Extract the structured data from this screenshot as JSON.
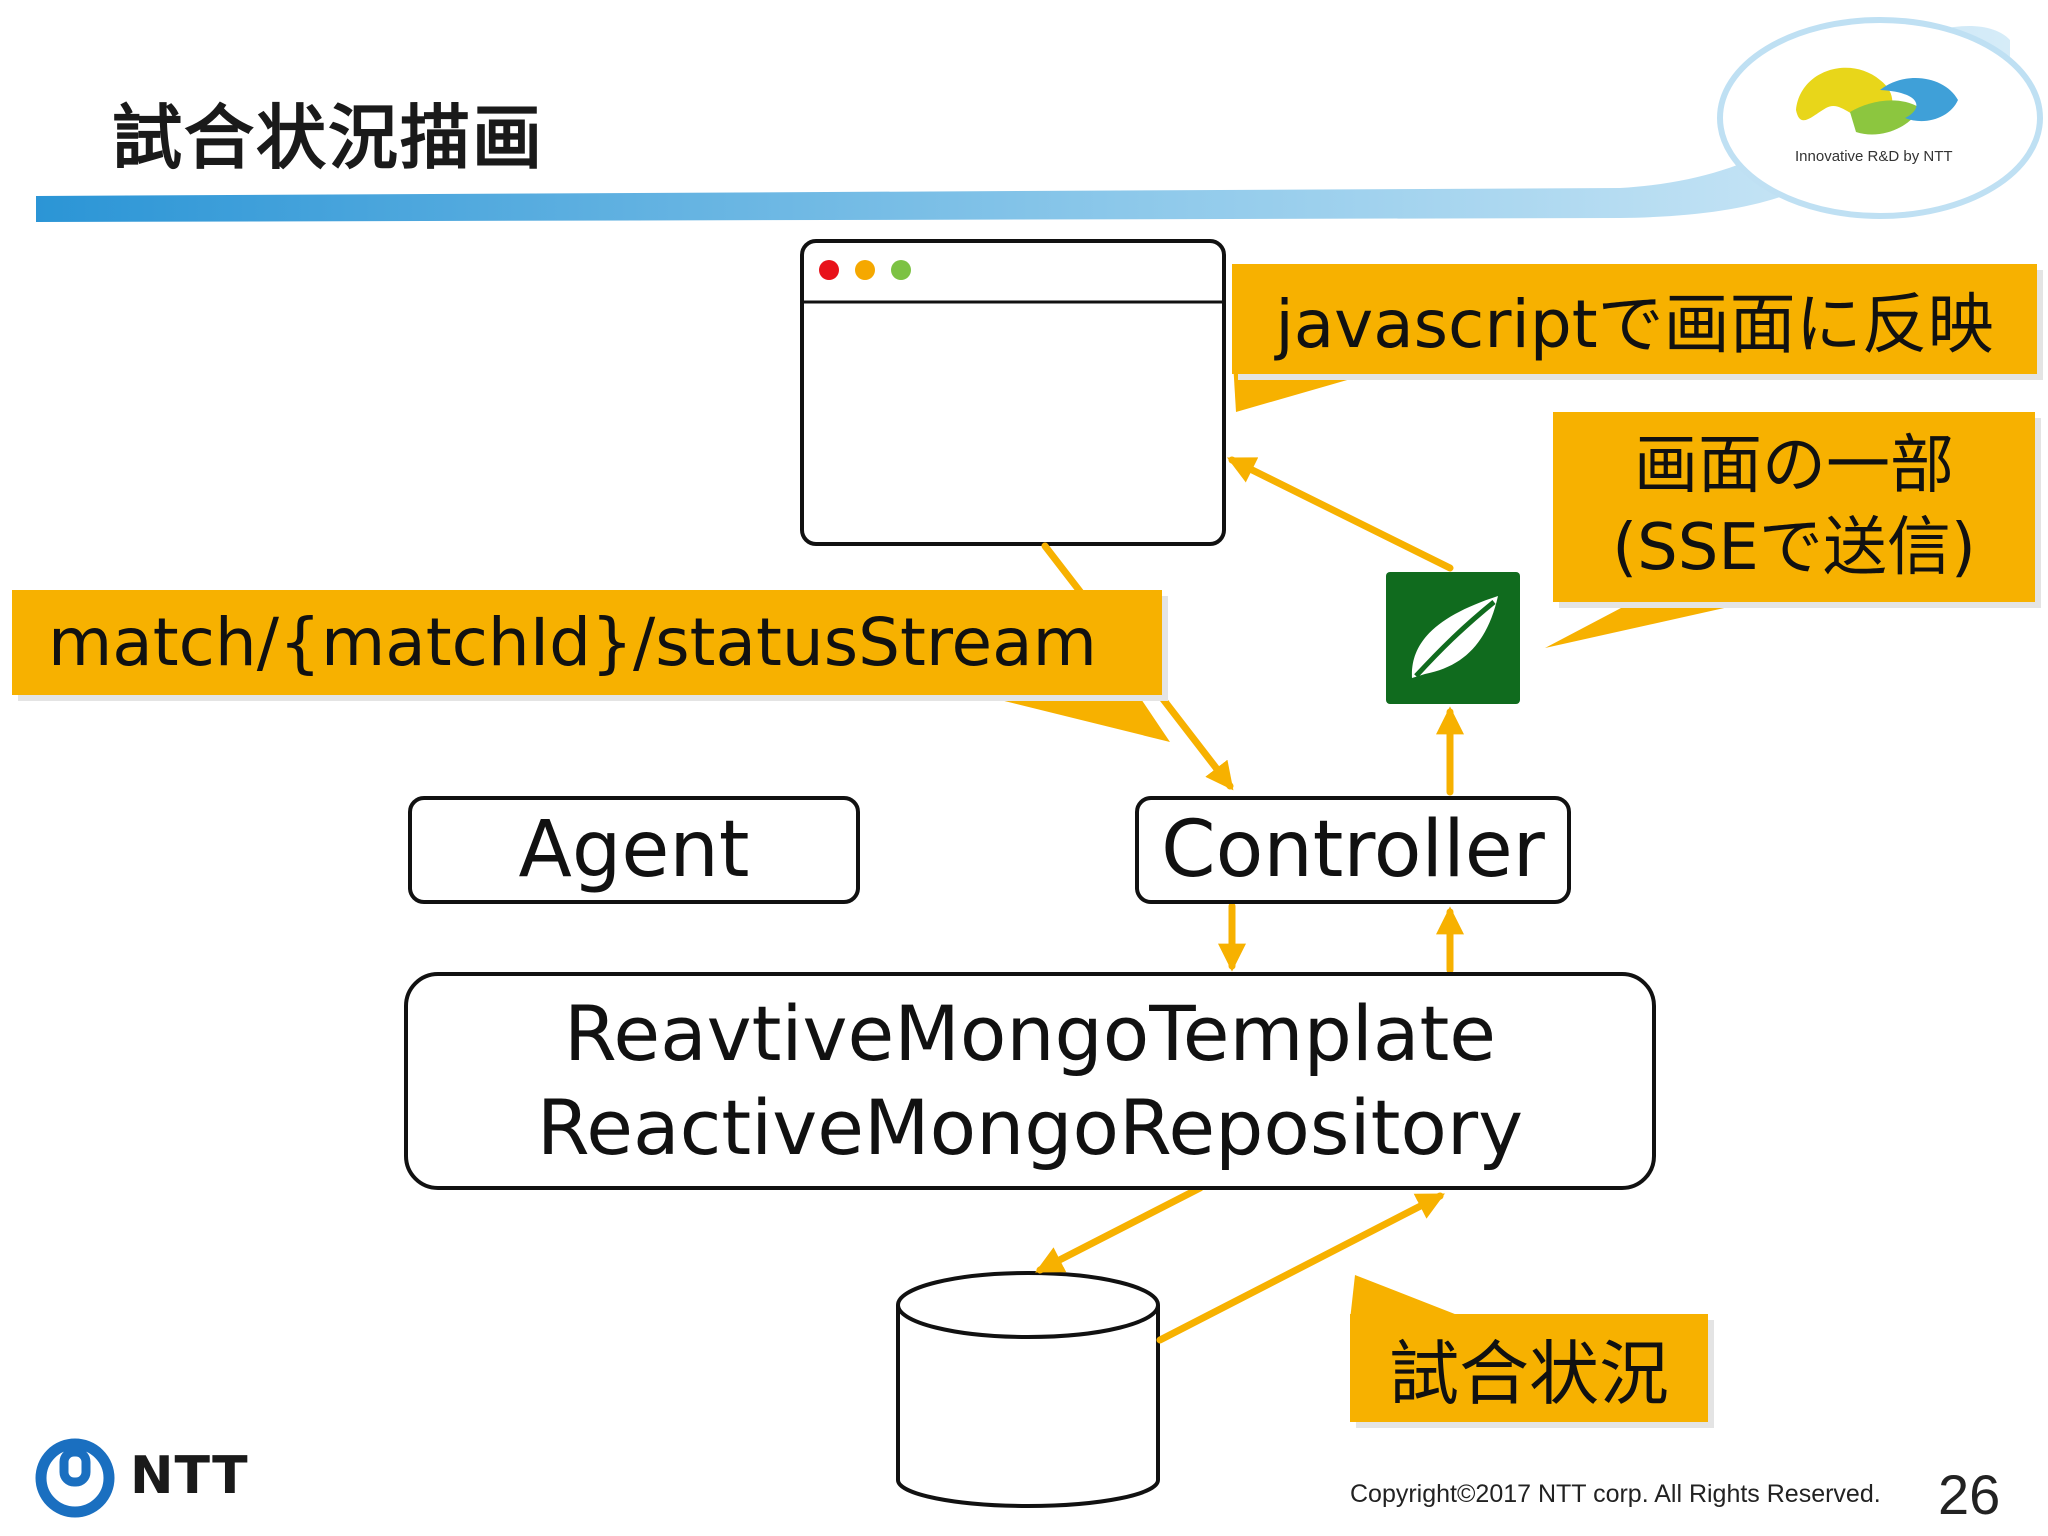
{
  "slide": {
    "title": "試合状況描画",
    "page_number": "26",
    "copyright": "Copyright©2017  NTT corp. All Rights Reserved."
  },
  "branding": {
    "company": "NTT",
    "tagline": "Innovative R&D by NTT"
  },
  "diagram": {
    "components": {
      "agent": "Agent",
      "controller": "Controller",
      "reactive_line1": "ReavtiveMongoTemplate",
      "reactive_line2": "ReactiveMongoRepository"
    },
    "callouts": {
      "javascript": "javascriptで画面に反映",
      "sse_line1": "画面の一部",
      "sse_line2": "(SSEで送信)",
      "route": "match/{matchId}/statusStream",
      "match_status": "試合状況"
    }
  },
  "colors": {
    "accent": "#f7b100",
    "spring_green": "#106b1e",
    "stroke": "#111111",
    "banner_blue": "#3fa0d8"
  }
}
